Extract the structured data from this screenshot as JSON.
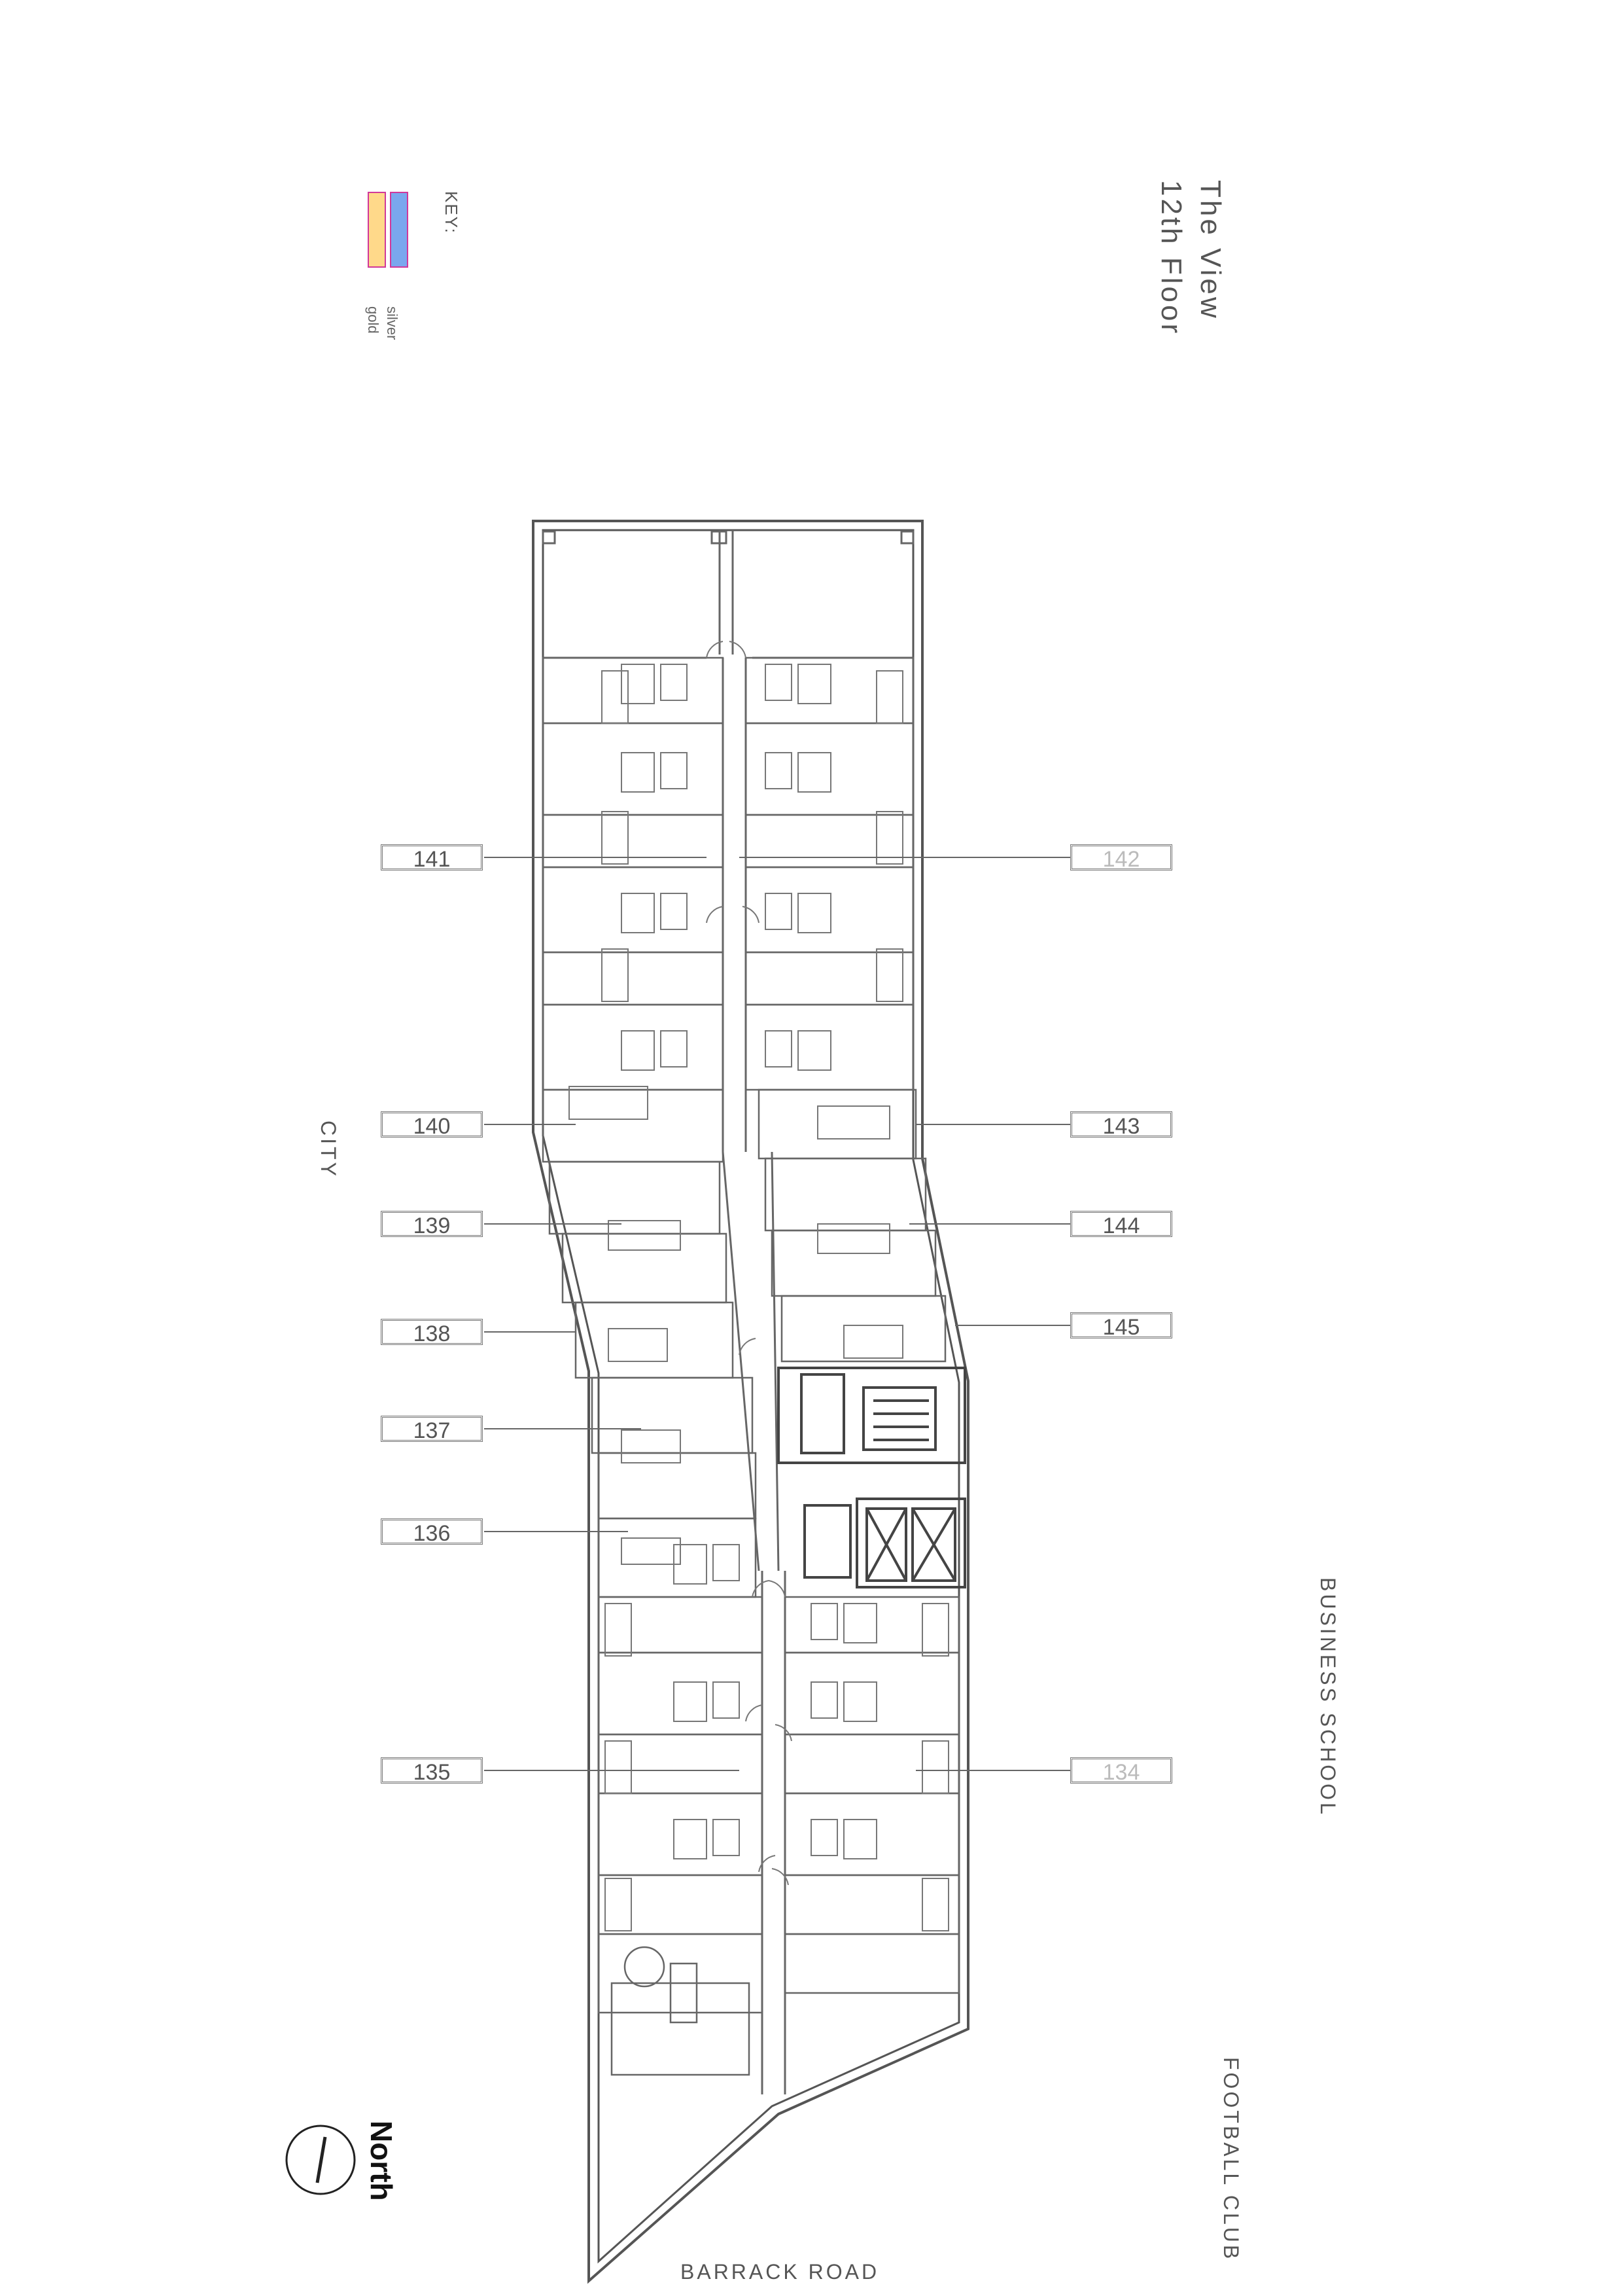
{
  "title": {
    "line1": "The View",
    "line2": "12th Floor"
  },
  "key": {
    "heading": "KEY:",
    "items": [
      {
        "label": "silver",
        "color": "#7aa7ee"
      },
      {
        "label": "gold",
        "color": "#ffd98a"
      }
    ]
  },
  "surroundings": {
    "west": "CITY",
    "east_upper": "BUSINESS SCHOOL",
    "east_lower": "FOOTBALL CLUB",
    "south": "BARRACK ROAD"
  },
  "north_label": "North",
  "rooms": {
    "r141": "141",
    "r142": "142",
    "r140": "140",
    "r143": "143",
    "r139": "139",
    "r144": "144",
    "r138": "138",
    "r145": "145",
    "r137": "137",
    "r136": "136",
    "r135": "135",
    "r134": "134"
  },
  "line_color": "#555555",
  "faded_label_color": "#bbbbbb"
}
